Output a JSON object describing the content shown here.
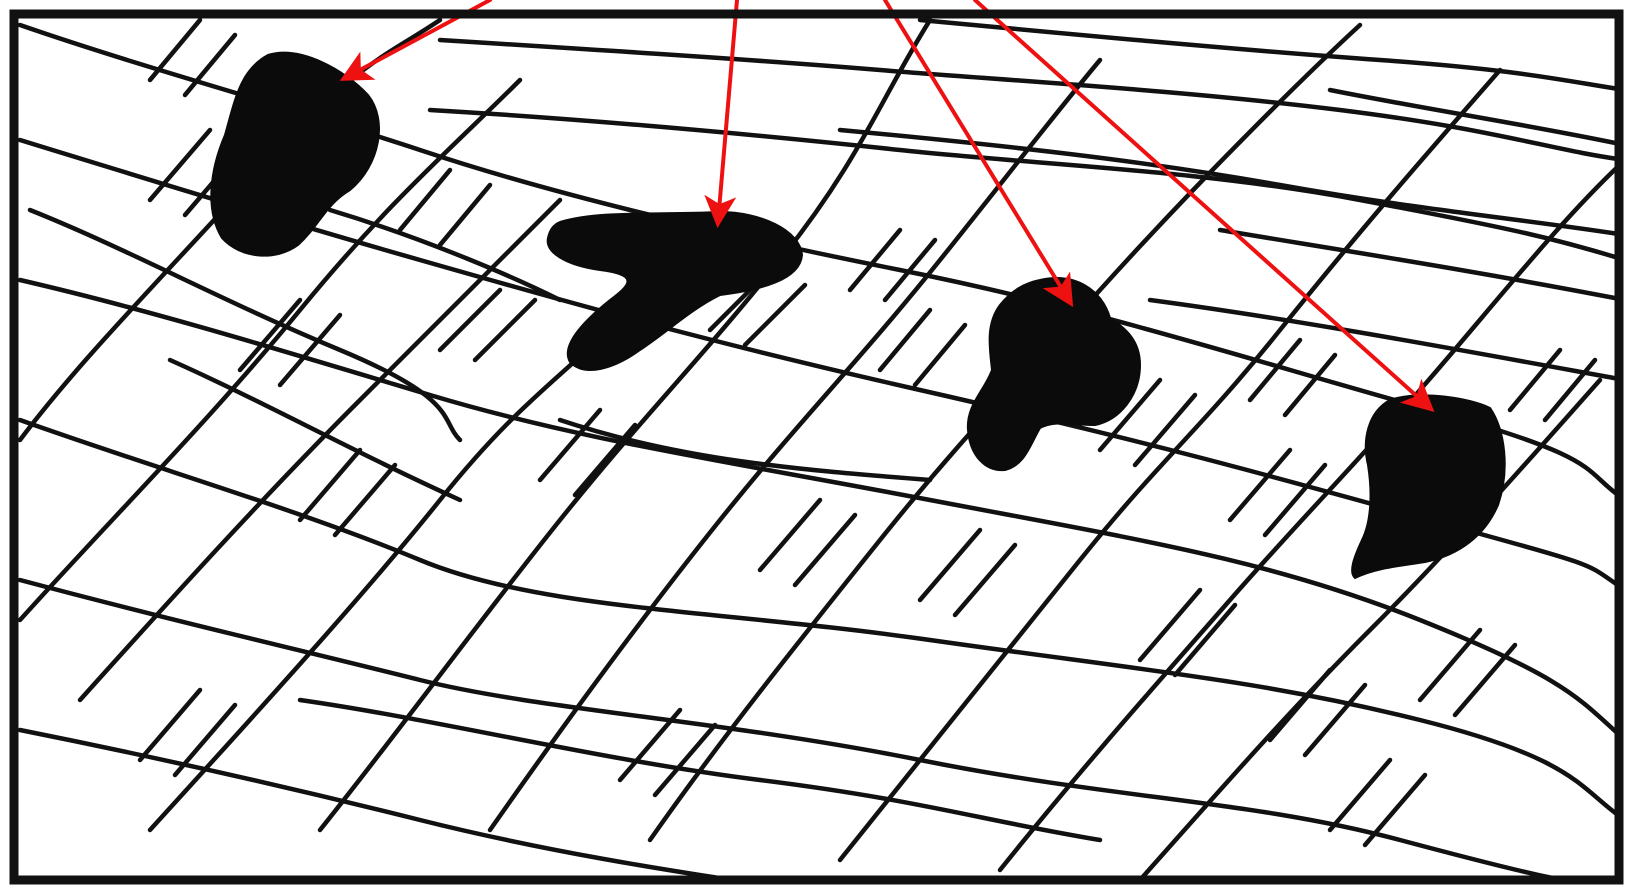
{
  "figure": {
    "background_color": "#ffffff",
    "line_color": "#111111",
    "blob_color": "#0b0b0b",
    "arrow_color": "#ee1111"
  },
  "blobs": [
    {
      "name": "dark-spot-1",
      "shape": "rounded-triangle"
    },
    {
      "name": "dark-spot-2",
      "shape": "number-seven-like"
    },
    {
      "name": "dark-spot-3",
      "shape": "cross-like"
    },
    {
      "name": "dark-spot-4",
      "shape": "droplet"
    }
  ],
  "arrows": [
    {
      "name": "arrow-to-spot-1",
      "points_to": "dark-spot-1"
    },
    {
      "name": "arrow-to-spot-2",
      "points_to": "dark-spot-2"
    },
    {
      "name": "arrow-to-spot-3",
      "points_to": "dark-spot-3"
    },
    {
      "name": "arrow-to-spot-4",
      "points_to": "dark-spot-4"
    }
  ]
}
